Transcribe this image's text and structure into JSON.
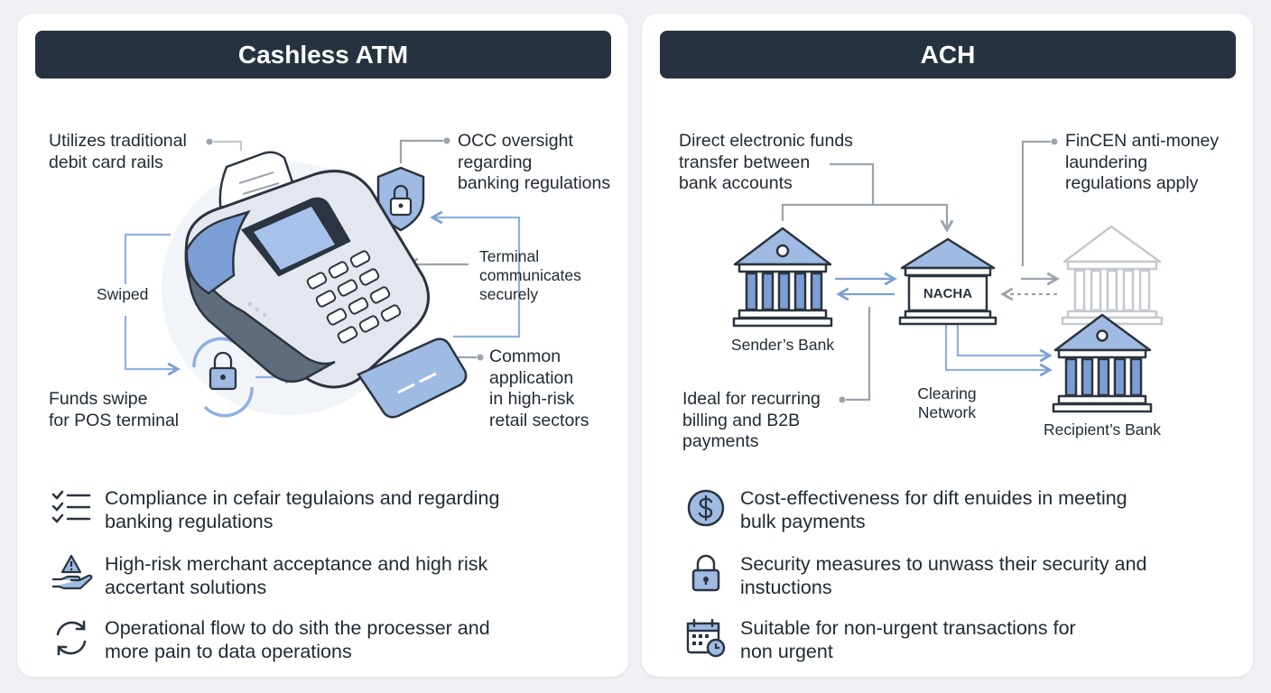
{
  "left": {
    "title": "Cashless ATM",
    "labels": {
      "debit": "Utilizes traditional\ndebit card rails",
      "occ": "OCC oversight\nregarding\nbanking regulations",
      "swiped": "Swiped",
      "terminal": "Terminal\ncommunicates\nsecurely",
      "funds": "Funds swipe\nfor POS terminal",
      "common": "Common\napplication\nin high-risk\nretail sectors"
    },
    "features": [
      {
        "icon": "checklist-icon",
        "text": "Compliance in cefair tegulaions and regarding\nbanking regulations"
      },
      {
        "icon": "hand-warning-icon",
        "text": "High-risk merchant acceptance and high risk\naccertant solutions"
      },
      {
        "icon": "cycle-arrows-icon",
        "text": "Operational flow to do ѕith the processer and\nmore pain to data operations"
      }
    ]
  },
  "right": {
    "title": "ACH",
    "labels": {
      "direct": "Direct electronic funds\ntransfer between\nbank accounts",
      "fincen": "FinCEN anti-money\nlaundering\nregulations apply",
      "nacha": "NACHA",
      "sender": "Sender’s Bank",
      "ideal": "Ideal for recurring\nbilling and B2B\npayments",
      "clearing": "Clearing\nNetwork",
      "recipient": "Recipient’s Bank"
    },
    "features": [
      {
        "icon": "dollar-coin-icon",
        "text": "Cost-effectiveness for dift enuides in meeting\nbulk payments"
      },
      {
        "icon": "padlock-icon",
        "text": "Security measures to unwass their security and\ninstuctions"
      },
      {
        "icon": "calendar-clock-icon",
        "text": "Suitable for non-urgent transactions for\nnon urgent"
      }
    ]
  },
  "colors": {
    "header_bg": "#26323f",
    "accent_blue": "#7b9fd4",
    "line_blue": "#8fb0dd",
    "line_gray": "#9aa3ad",
    "dark_ink": "#2b3440"
  }
}
